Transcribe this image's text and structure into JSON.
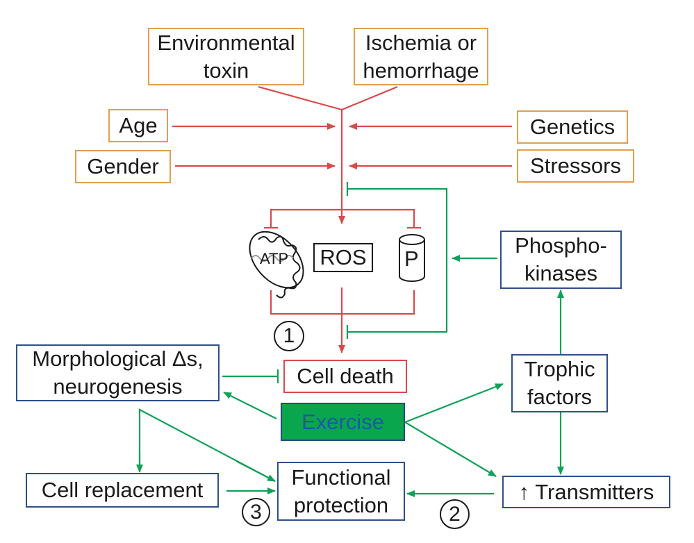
{
  "colors": {
    "risk_border": "#e0a050",
    "pathway_red": "#d94a4a",
    "protective_green": "#11a058",
    "outcome_border": "#2e4f8a",
    "exercise_fill": "#0aa64e",
    "exercise_text": "#1b5aa0"
  },
  "risk_factors": {
    "environmental_toxin": "Environmental\ntoxin",
    "ischemia": "Ischemia or\nhemorrhage",
    "age": "Age",
    "genetics": "Genetics",
    "gender": "Gender",
    "stressors": "Stressors"
  },
  "mechanisms": {
    "atp": "ATP",
    "ros": "ROS",
    "p": "P"
  },
  "nodes": {
    "cell_death": "Cell death",
    "exercise": "Exercise",
    "morphological": "Morphological Δs,\nneurogenesis",
    "cell_replacement": "Cell replacement",
    "functional_protection": "Functional\nprotection",
    "phosphokinases": "Phospho-\nkinases",
    "trophic_factors": "Trophic\nfactors",
    "transmitters": "↑ Transmitters"
  },
  "markers": {
    "one": "1",
    "two": "2",
    "three": "3"
  }
}
